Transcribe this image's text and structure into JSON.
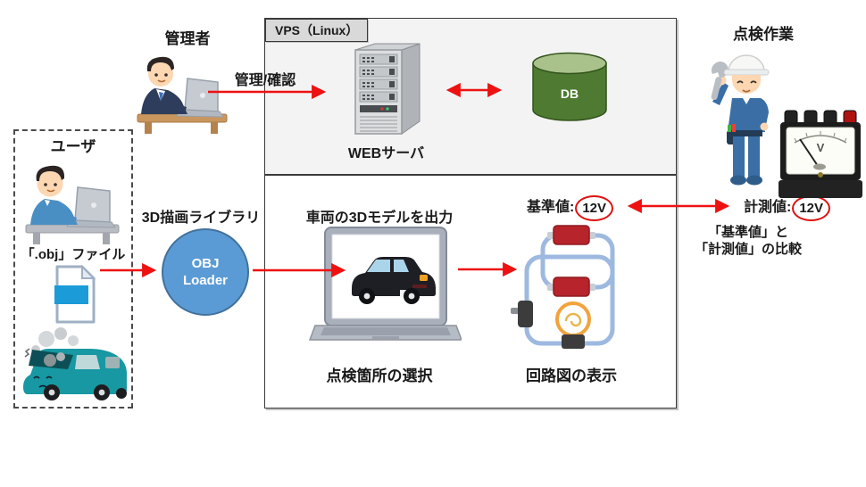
{
  "diagram": {
    "admin": {
      "label": "管理者",
      "arrow_label": "管理/確認"
    },
    "vps": {
      "label": "VPS（Linux）",
      "server_label": "WEBサーバ",
      "db_label": "DB"
    },
    "user": {
      "label": "ユーザ",
      "file_label": "「.obj」ファイル"
    },
    "loader": {
      "label": "3D描画ライブラリ",
      "line1": "OBJ",
      "line2": "Loader"
    },
    "pipeline": {
      "model_output_label": "車両の3Dモデルを出力",
      "select_label": "点検箇所の選択",
      "reference_prefix": "基準値:",
      "reference_value": "12V",
      "circuit_label": "回路図の表示"
    },
    "inspection": {
      "label": "点検作業",
      "measured_prefix": "計測値:",
      "measured_value": "12V",
      "compare_line1": "「基準値」と",
      "compare_line2": "「計測値」の比較"
    }
  },
  "colors": {
    "arrow_red": "#ee1111",
    "value_circle_red": "#e01010",
    "loader_fill": "#5b9bd5",
    "loader_border": "#41719c",
    "db_body_green": "#4e7b31",
    "db_top_green": "#a9c28c",
    "vps_box_fill": "#f3f3f3",
    "vps_tag_fill": "#d9d9d9",
    "circuit_wire_blue": "#9db9e0",
    "resistor_red": "#b7242b",
    "bulb_orange": "#f2a33c",
    "file_band_blue": "#1b9bd8",
    "car_teal": "#1798a2"
  },
  "icons": {
    "admin-person-illustration": "man in suit working on laptop at desk",
    "user-person-illustration": "man in blue shirt working on laptop at desk",
    "worker-illustration": "mechanic in blue coveralls with white helmet holding wrench",
    "server-illustration": "tower web server",
    "db-cylinder-icon": "green database cylinder",
    "obj-file-icon": "document file with blue band",
    "broken-car-illustration": "teal car with smoking open hood",
    "laptop-3d-model-illustration": "laptop showing black 3D car model",
    "circuit-diagram-illustration": "parallel circuit with two resistors, switch and light bulb",
    "voltmeter-illustration": "analog voltmeter with four terminals"
  }
}
